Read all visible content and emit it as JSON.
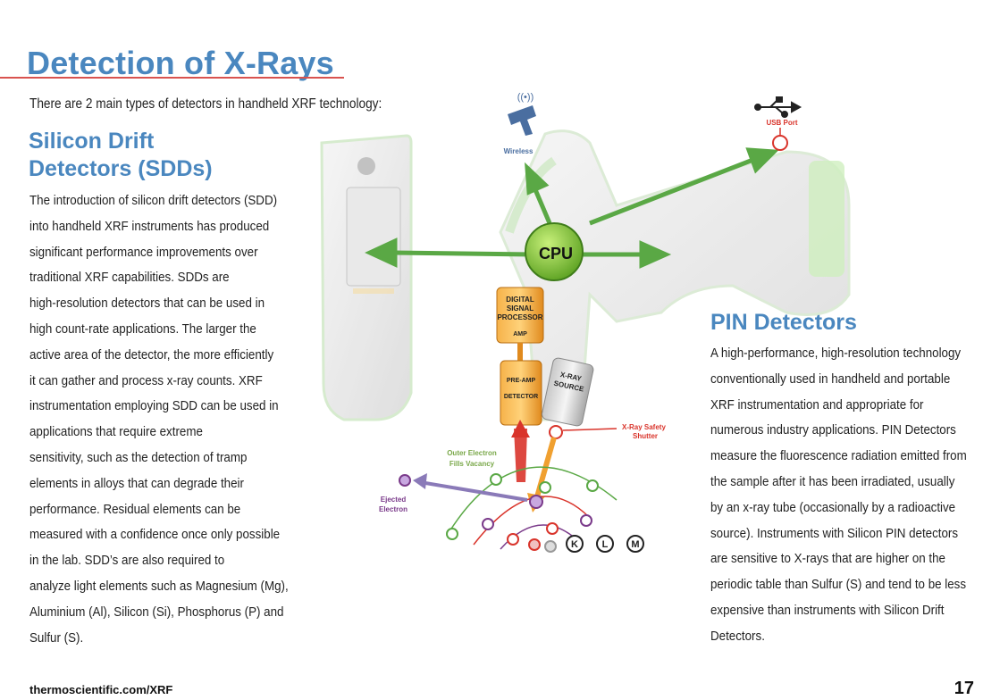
{
  "page": {
    "title": "Detection of X-Rays",
    "intro": "There are 2 main types of detectors in handheld XRF technology:",
    "footer_url": "thermoscientific.com/XRF",
    "page_number": "17"
  },
  "sdd": {
    "heading_line1": "Silicon Drift",
    "heading_line2": "Detectors (SDDs)",
    "lines": [
      "The introduction of silicon drift detectors (SDD)",
      "into handheld XRF instruments has produced",
      "significant performance improvements over",
      "traditional XRF capabilities. SDDs are",
      "high-resolution detectors that can be used in",
      "high count-rate applications. The larger the",
      "active area of the detector, the more efficiently",
      "it can gather and process x-ray counts. XRF",
      "instrumentation employing SDD can be used in",
      "applications that require extreme",
      "sensitivity, such as the detection of tramp",
      "elements in alloys that can degrade their",
      "performance. Residual elements can be",
      "measured with a confidence once only possible",
      "in the lab. SDD’s are also required to",
      "analyze light elements such as Magnesium (Mg),",
      "Aluminium (Al), Silicon (Si), Phosphorus (P) and",
      "Sulfur (S)."
    ]
  },
  "pin": {
    "heading": "PIN Detectors",
    "lines": [
      "A high-performance, high-resolution technology",
      "conventionally used in handheld and portable",
      "XRF instrumentation and appropriate for",
      "numerous industry applications.  PIN Detectors",
      "measure the fluorescence radiation emitted from",
      "the sample after it has been irradiated, usually",
      "by an x-ray tube (occasionally by a radioactive",
      "source). Instruments with Silicon PIN detectors",
      "are sensitive to X-rays that are higher on the",
      "periodic table than Sulfur (S) and tend to be less",
      "expensive than instruments with Silicon Drift",
      "Detectors."
    ]
  },
  "diagram": {
    "wireless": "Wireless",
    "usb_port": "USB Port",
    "cpu": "CPU",
    "dsp_line1": "DIGITAL",
    "dsp_line2": "SIGNAL",
    "dsp_line3": "PROCESSOR",
    "amp": "AMP",
    "pre_amp": "PRE-AMP",
    "detector": "DETECTOR",
    "xray_source_line1": "X-RAY",
    "xray_source_line2": "SOURCE",
    "shutter_line1": "X-Ray Safety",
    "shutter_line2": "Shutter",
    "outer_electron_line1": "Outer Electron",
    "outer_electron_line2": "Fills Vacancy",
    "ejected_line1": "Ejected",
    "ejected_line2": "Electron",
    "shell_k": "K",
    "shell_l": "L",
    "shell_m": "M",
    "colors": {
      "green": "#5aa845",
      "orange": "#f0a030",
      "red": "#d9342b",
      "blue_title": "#4a87bf"
    }
  }
}
